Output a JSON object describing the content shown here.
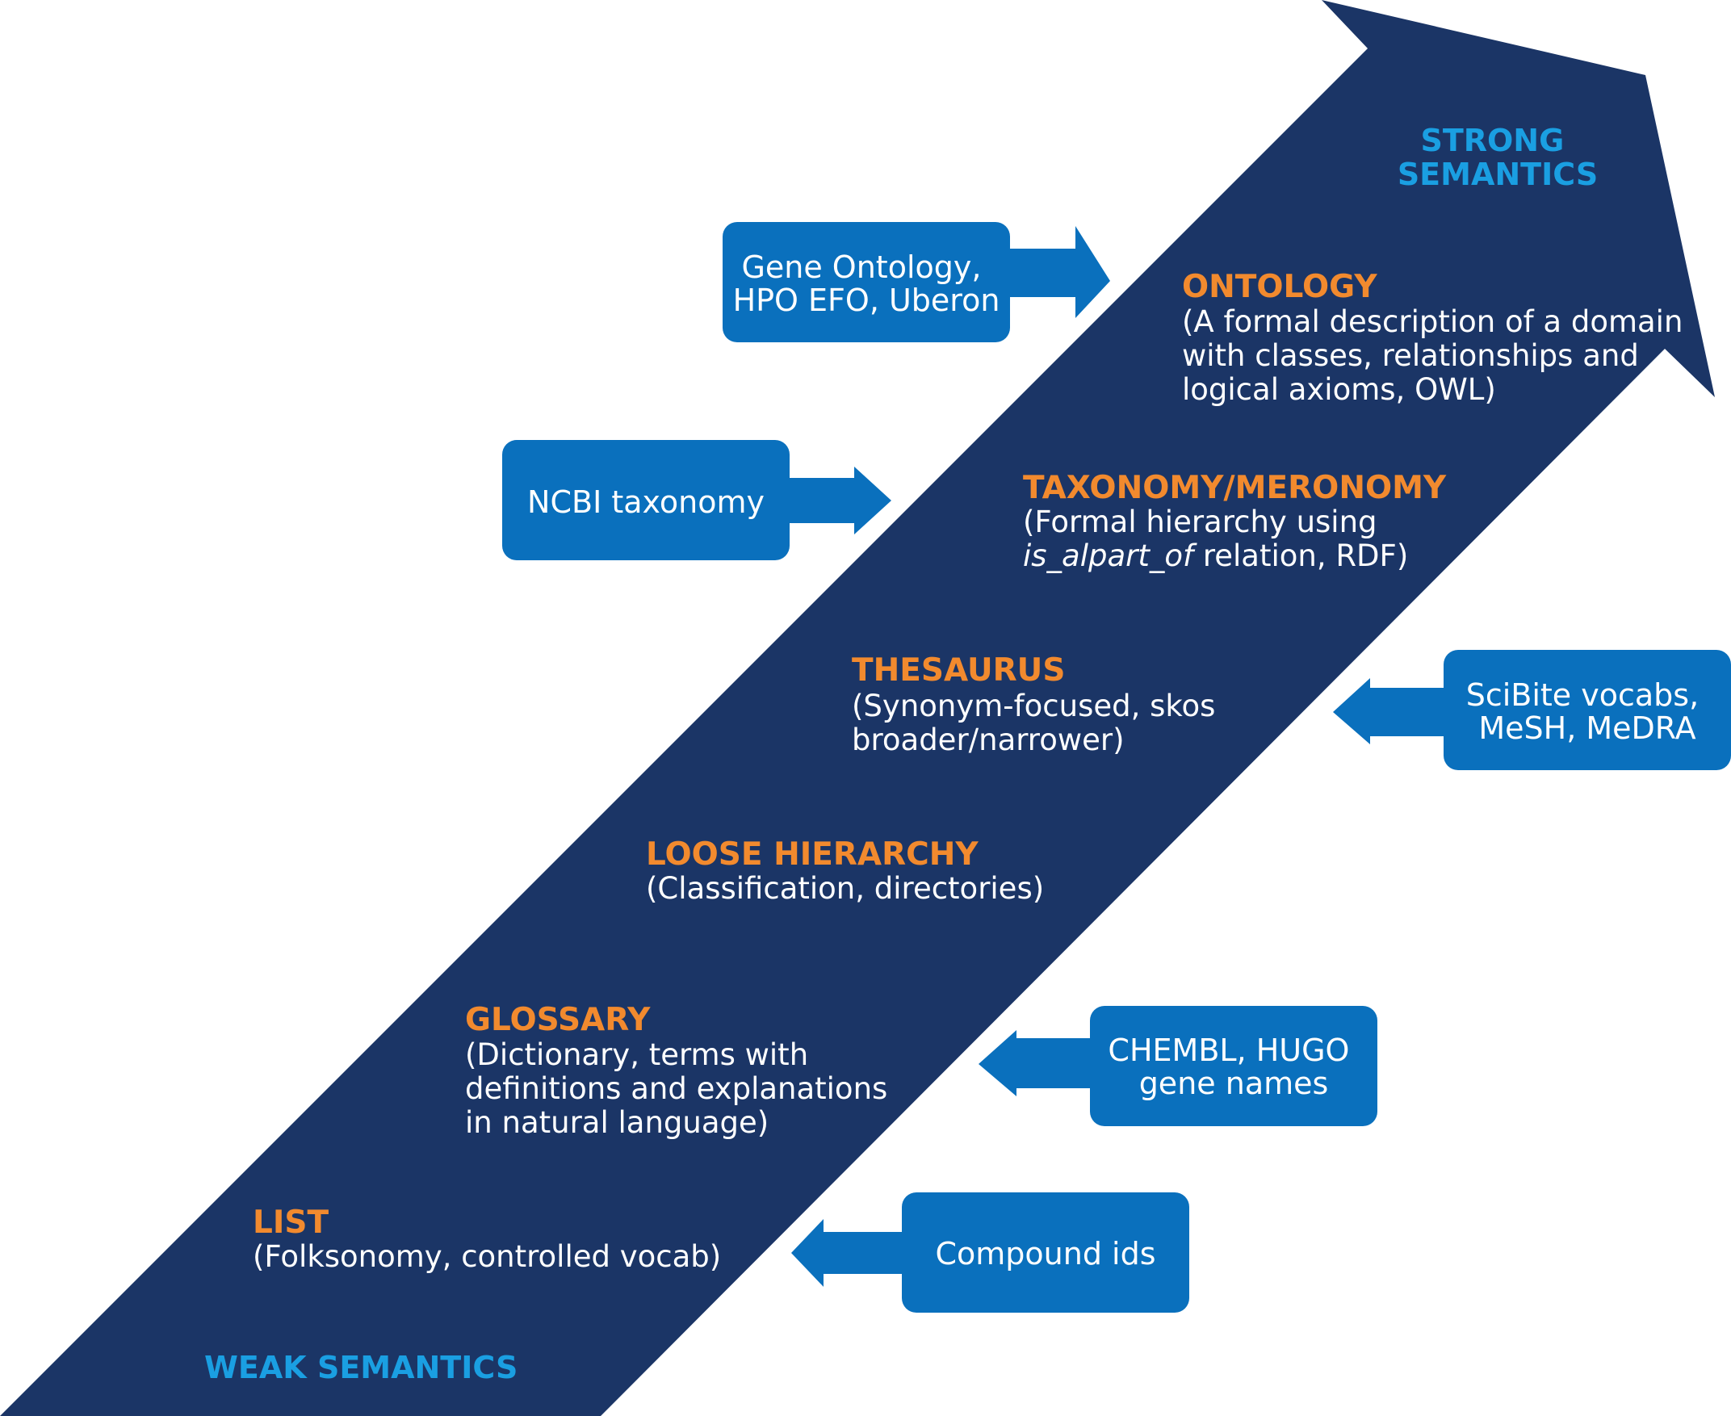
{
  "colors": {
    "band": "#1b3566",
    "box": "#0a70bd",
    "arrow": "#0a70bd",
    "level_title": "#f28a2e",
    "level_text": "#ffffff",
    "semantics_label": "#1a9fe2",
    "box_text": "#ffffff"
  },
  "semantics": {
    "strong": [
      "STRONG",
      "SEMANTICS"
    ],
    "weak": "WEAK SEMANTICS"
  },
  "levels": {
    "ontology": {
      "title": "ONTOLOGY",
      "lines": [
        "(A formal description of a domain",
        "with classes, relationships and",
        "logical axioms, OWL)"
      ]
    },
    "taxonomy": {
      "title": "TAXONOMY/MERONOMY",
      "line1": "(Formal hierarchy using",
      "line2_italic": "is_alpart_of",
      "line2_rest": " relation, RDF)"
    },
    "thesaurus": {
      "title": "THESAURUS",
      "lines": [
        "(Synonym-focused, skos",
        "broader/narrower)"
      ]
    },
    "loose_hierarchy": {
      "title": "LOOSE HIERARCHY",
      "lines": [
        "(Classification, directories)"
      ]
    },
    "glossary": {
      "title": "GLOSSARY",
      "lines": [
        "(Dictionary, terms with",
        "definitions and explanations",
        "in natural language)"
      ]
    },
    "list": {
      "title": "LIST",
      "lines": [
        "(Folksonomy, controlled vocab)"
      ]
    }
  },
  "examples": {
    "ontology": [
      "Gene Ontology,",
      "HPO EFO, Uberon"
    ],
    "taxonomy": [
      "NCBI taxonomy"
    ],
    "thesaurus": [
      "SciBite vocabs,",
      "MeSH, MeDRA"
    ],
    "glossary": [
      "CHEMBL, HUGO",
      "gene names"
    ],
    "list": [
      "Compound ids"
    ]
  }
}
